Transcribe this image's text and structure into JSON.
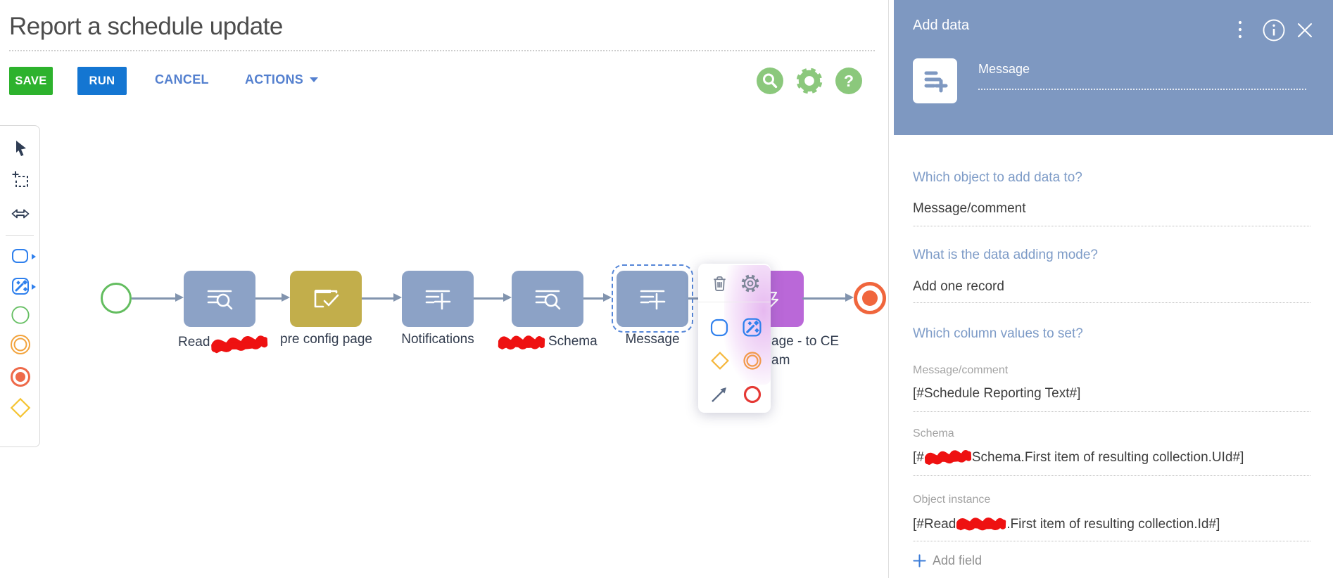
{
  "header": {
    "title": "Report a schedule update",
    "buttons": {
      "save": "SAVE",
      "run": "RUN",
      "cancel": "CANCEL",
      "actions": "ACTIONS"
    }
  },
  "canvas": {
    "nodes": {
      "read": {
        "label_prefix": "Read"
      },
      "preconfig": {
        "label": "pre config page"
      },
      "notifications": {
        "label": "Notifications"
      },
      "schema": {
        "label_suffix": "Schema"
      },
      "message": {
        "label": "Message"
      },
      "send": {
        "label_line1": "age - to CE",
        "label_line2": "am"
      }
    }
  },
  "panel": {
    "title": "Add data",
    "name_field": {
      "value": "Message"
    },
    "q1": {
      "question": "Which object to add data to?",
      "value": "Message/comment"
    },
    "q2": {
      "question": "What is the data adding mode?",
      "value": "Add one record"
    },
    "q3": {
      "question": "Which column values to set?"
    },
    "fields": {
      "message": {
        "label": "Message/comment",
        "value": "[#Schedule Reporting Text#]"
      },
      "schema": {
        "label": "Schema",
        "value_prefix": "[#",
        "value_suffix": " Schema.First item of resulting collection.UId#]"
      },
      "object": {
        "label": "Object instance",
        "value_prefix": "[#Read ",
        "value_suffix": ".First item of resulting collection.Id#]"
      }
    },
    "add_field_label": "Add field"
  },
  "icons": {
    "search-icon": "magnifier in green circle",
    "settings-icon": "green gear",
    "help-icon": "question mark in green circle",
    "pointer-tool-icon": "black cursor arrow",
    "lasso-tool-icon": "dashed square with plus",
    "move-tool-icon": "horizontal double arrow",
    "task-shape-icon": "blue rounded square",
    "system-action-icon": "blue square with magic wand and stars",
    "start-event-icon": "green circle outline",
    "intermediate-event-icon": "orange double circle",
    "terminate-event-icon": "orange filled circle with ring",
    "gateway-icon": "yellow diamond outline",
    "delete-icon": "trash can",
    "gear-icon": "gear outline",
    "connector-arrow-icon": "diagonal arrow",
    "kebab-menu-icon": "three vertical dots",
    "info-icon": "i in circle",
    "close-icon": "x cross",
    "add-field-plus-icon": "blue plus",
    "caret-down-icon": "filled down triangle"
  },
  "colors": {
    "save_green": "#2db22d",
    "run_blue": "#1476d2",
    "link_blue": "#5480cf",
    "quick_icon_green": "#8bc87c",
    "node_blue": "#8ca2c6",
    "node_olive": "#c2ae4b",
    "node_magenta": "#ba68d8",
    "start_green": "#63bd5f",
    "end_orange": "#f0663d",
    "edge_gray": "#8294ae",
    "panel_header_blue": "#7e98c1",
    "panel_heading_blue": "#7d9bc7",
    "selection_blue": "#5586d8",
    "menu_blue": "#2f80ed",
    "menu_amber": "#f5b73d",
    "menu_orange": "#f2994a",
    "menu_red": "#e53935",
    "redaction_red": "#ee1111"
  }
}
